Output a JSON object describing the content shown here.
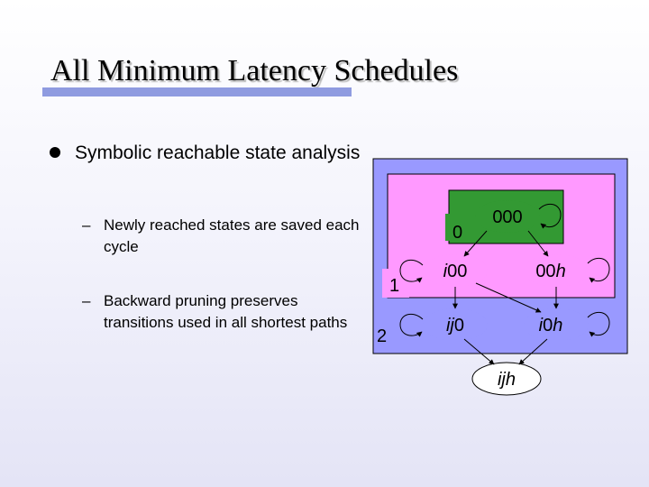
{
  "slide": {
    "title": "All Minimum Latency Schedules",
    "bullet": "Symbolic reachable state analysis",
    "sub_bullets": [
      "Newly reached states are saved each cycle",
      "Backward pruning preserves transitions used in all shortest paths"
    ],
    "dash": "–"
  },
  "diagram": {
    "levels": [
      "0",
      "1",
      "2"
    ],
    "states": [
      {
        "id": "000",
        "parts": [
          {
            "t": "000",
            "italic": false
          }
        ]
      },
      {
        "id": "i00",
        "parts": [
          {
            "t": "i",
            "italic": true
          },
          {
            "t": "00",
            "italic": false
          }
        ]
      },
      {
        "id": "00h",
        "parts": [
          {
            "t": "00",
            "italic": false
          },
          {
            "t": "h",
            "italic": true
          }
        ]
      },
      {
        "id": "ij0",
        "parts": [
          {
            "t": "ij",
            "italic": true
          },
          {
            "t": "0",
            "italic": false
          }
        ]
      },
      {
        "id": "i0h",
        "parts": [
          {
            "t": "i",
            "italic": true
          },
          {
            "t": "0",
            "italic": false
          },
          {
            "t": "h",
            "italic": true
          }
        ]
      },
      {
        "id": "ijh",
        "parts": [
          {
            "t": "ijh",
            "italic": true
          }
        ]
      }
    ],
    "colors": {
      "level2_region": "#9999ff",
      "level1_region": "#ff99ff",
      "level0_region": "#339933",
      "node_fill": "#ffffff",
      "edge": "#000000"
    }
  }
}
